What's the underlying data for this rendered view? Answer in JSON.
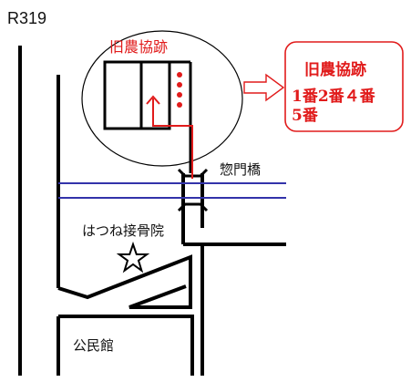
{
  "labels": {
    "route": "R319",
    "site": "旧農協跡",
    "bridge": "惣門橋",
    "clinic": "はつね接骨院",
    "hall": "公民館"
  },
  "callout": {
    "title": "旧農協跡",
    "line1": "1番2番４番",
    "line2": "5番"
  },
  "colors": {
    "road": "#000000",
    "river": "#3333aa",
    "accent": "#e11b1b",
    "callout_border": "#e11b1b",
    "background": "#ffffff"
  },
  "icons": {
    "clinic_marker": "star-icon",
    "pointer": "right-arrow-icon",
    "route": "up-arrow-icon"
  }
}
